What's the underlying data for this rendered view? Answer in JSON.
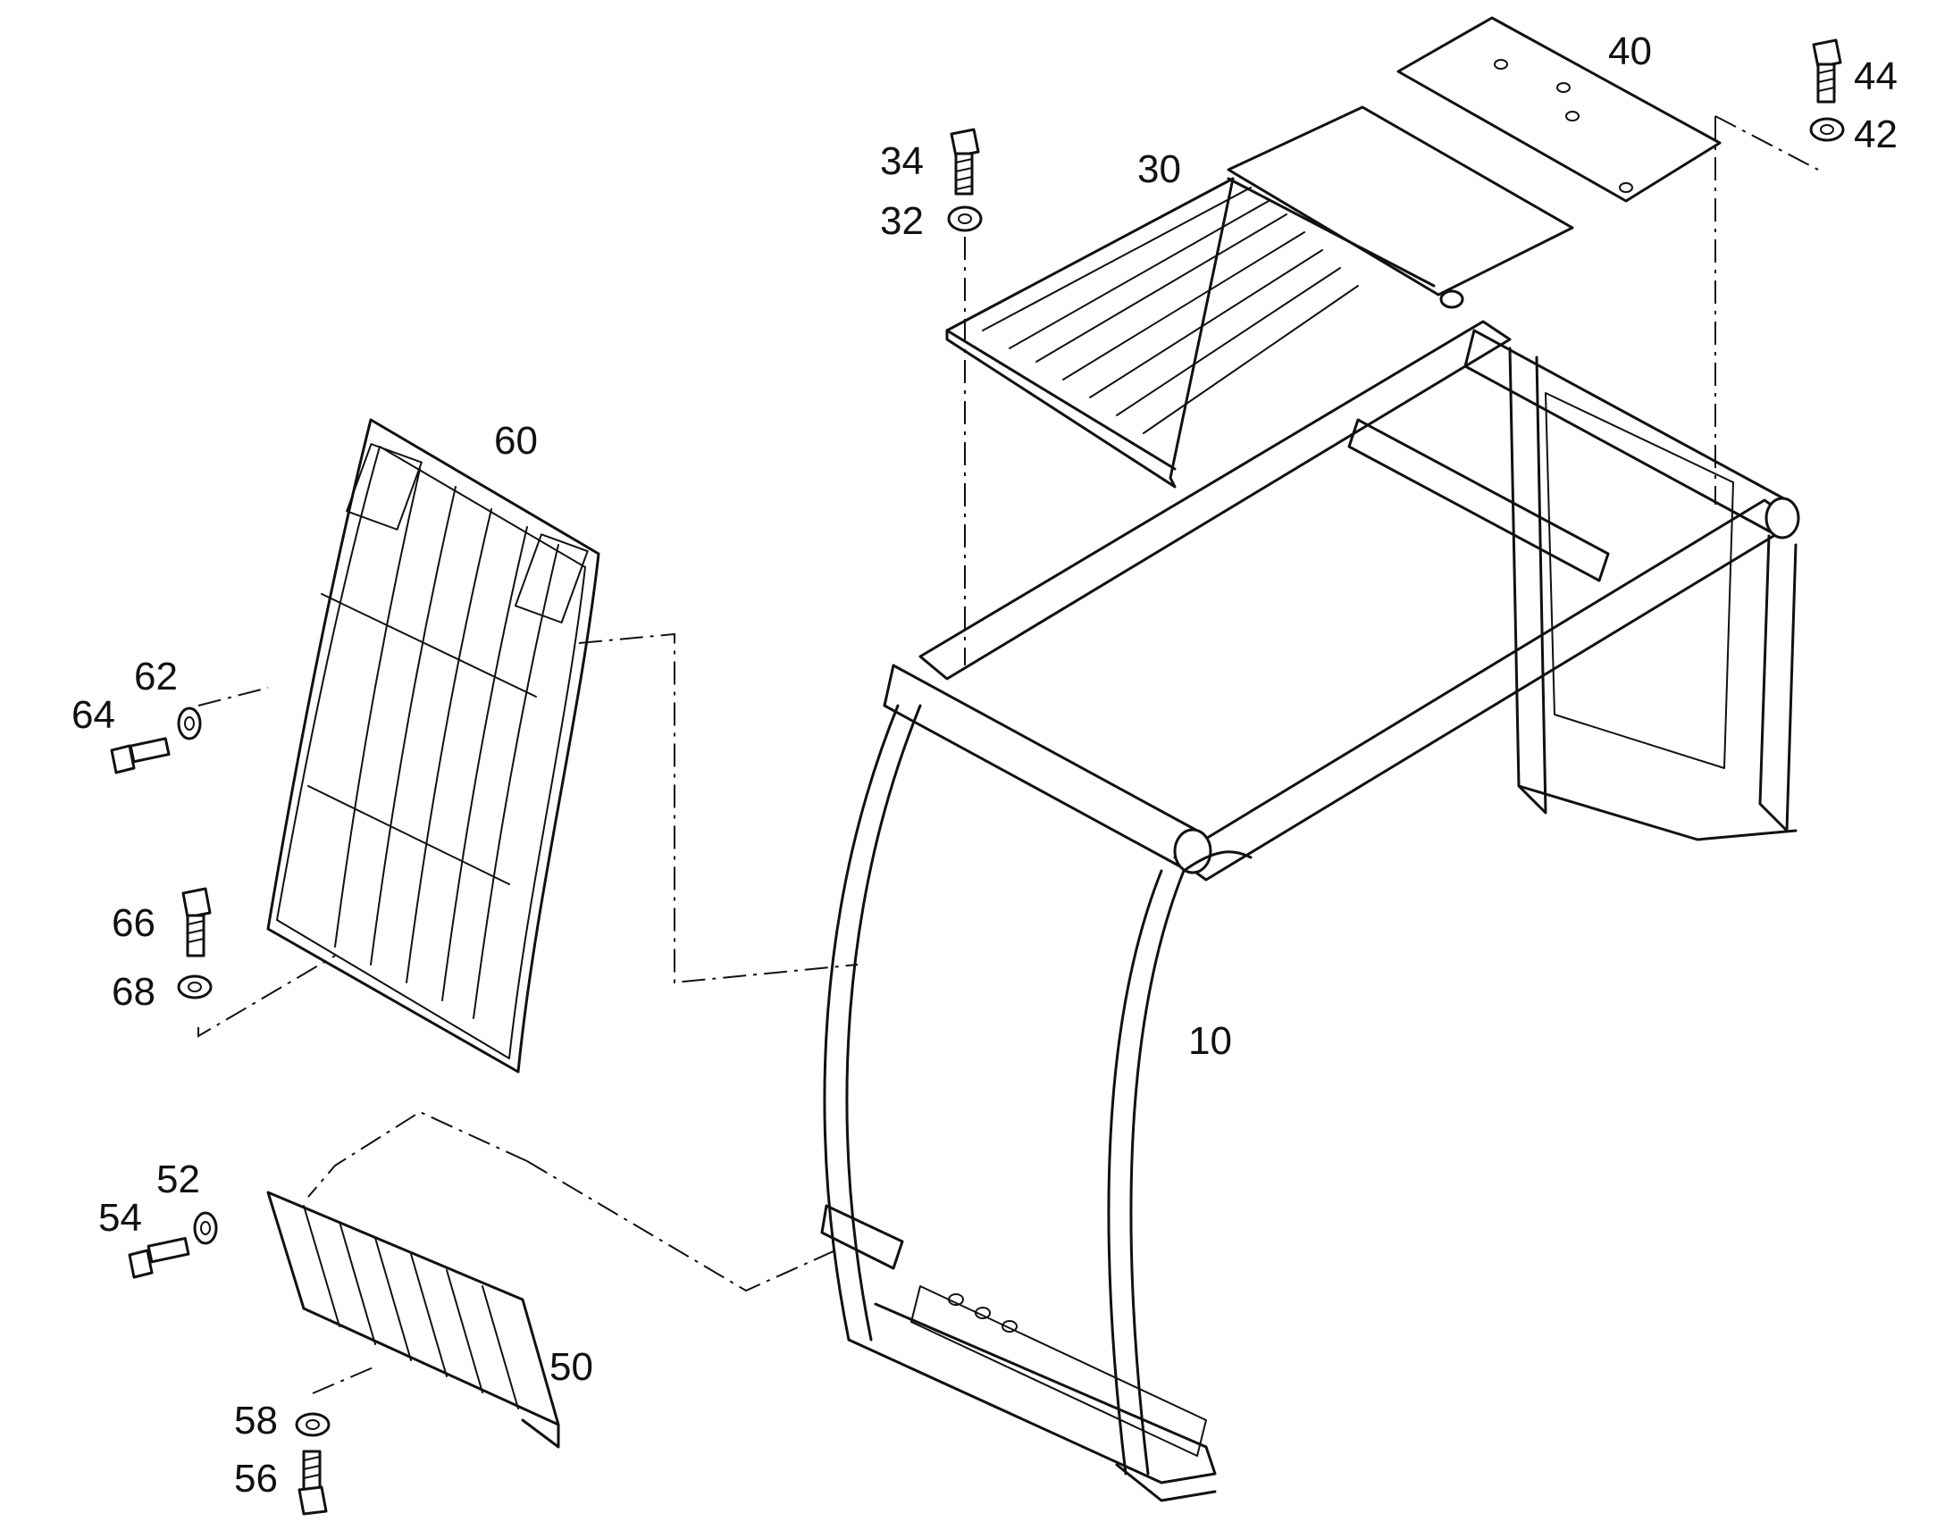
{
  "diagram": {
    "callouts": {
      "c10": "10",
      "c30": "30",
      "c32": "32",
      "c34": "34",
      "c40": "40",
      "c42": "42",
      "c44": "44",
      "c50": "50",
      "c52": "52",
      "c54": "54",
      "c56": "56",
      "c58": "58",
      "c60": "60",
      "c62": "62",
      "c64": "64",
      "c66": "66",
      "c68": "68"
    }
  }
}
